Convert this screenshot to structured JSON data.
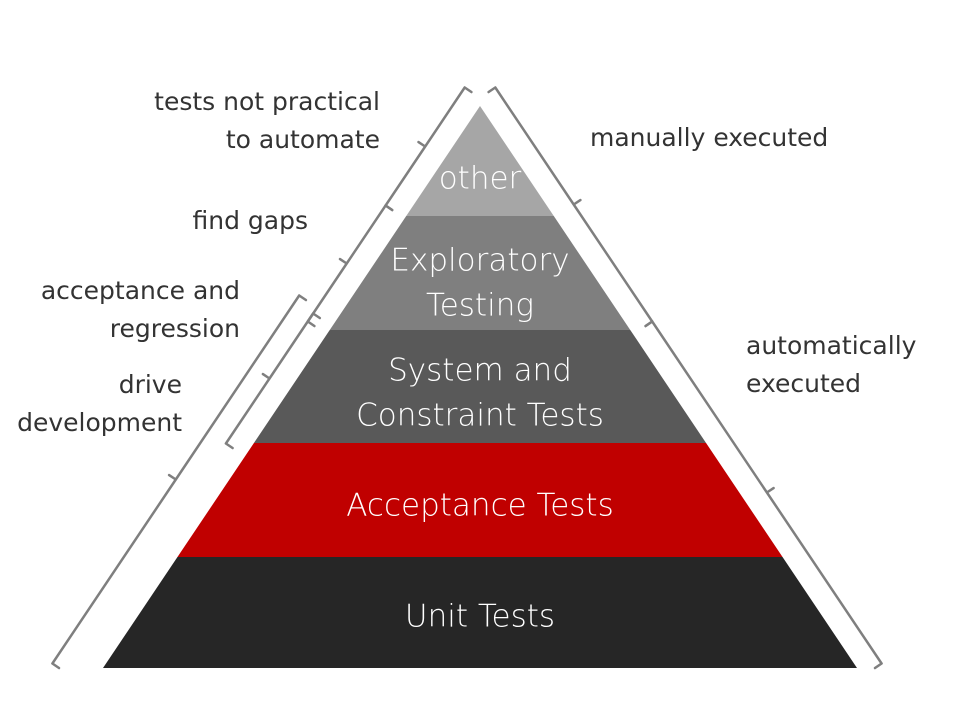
{
  "pyramid": {
    "tiers": [
      {
        "lines": [
          "other"
        ],
        "color": "#a6a6a6"
      },
      {
        "lines": [
          "Exploratory",
          "Testing"
        ],
        "color": "#7f7f7f"
      },
      {
        "lines": [
          "System and",
          "Constraint Tests"
        ],
        "color": "#595959"
      },
      {
        "lines": [
          "Acceptance Tests"
        ],
        "color": "#c00000"
      },
      {
        "lines": [
          "Unit Tests"
        ],
        "color": "#262626"
      }
    ]
  },
  "annotations": {
    "left": [
      {
        "lines": [
          "tests not practical",
          "to automate"
        ]
      },
      {
        "lines": [
          "find gaps"
        ]
      },
      {
        "lines": [
          "acceptance and",
          "regression"
        ]
      },
      {
        "lines": [
          "drive",
          "development"
        ]
      }
    ],
    "right": [
      {
        "lines": [
          "manually executed"
        ]
      },
      {
        "lines": [
          "automatically",
          "executed"
        ]
      }
    ]
  }
}
